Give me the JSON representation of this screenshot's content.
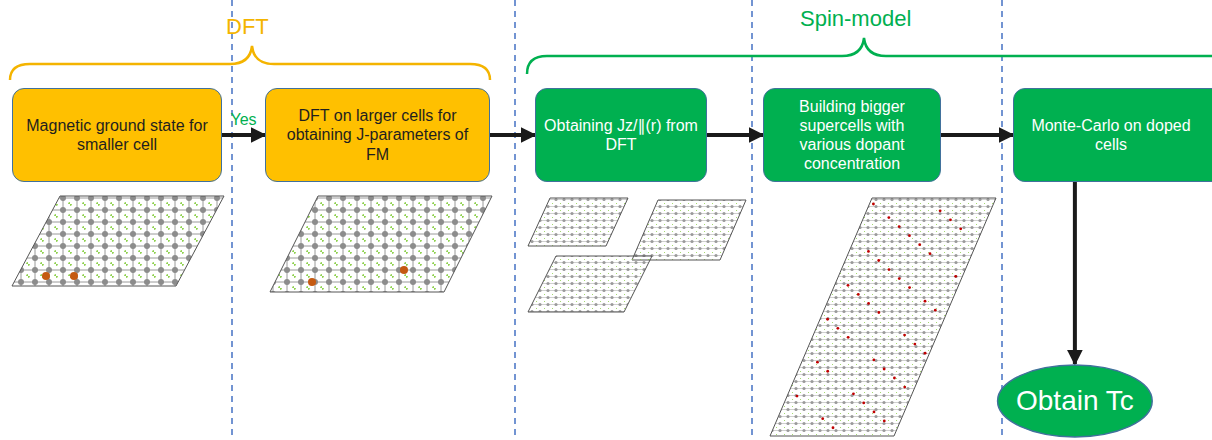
{
  "diagram": {
    "nodes": [
      {
        "text": [
          "Magnetic ground state for smaller cell"
        ]
      },
      {
        "text": [
          "DFT on larger cells for obtaining J-parameters of FM"
        ]
      },
      {
        "text": [
          "Obtaining Jz/∥(r) from DFT"
        ]
      },
      {
        "text": [
          "Building bigger supercells with various dopant concentration"
        ]
      },
      {
        "text": [
          "Monte-Carlo on doped cells"
        ]
      },
      {
        "text": [
          "Obtain Tc"
        ]
      }
    ],
    "edges": [
      {
        "from": 0,
        "to": 1,
        "arrow": "to",
        "label": "Yes"
      },
      {
        "from": 1,
        "to": 2,
        "arrow": "to"
      },
      {
        "from": 2,
        "to": 3,
        "arrow": "to"
      },
      {
        "from": 3,
        "to": 4,
        "arrow": "to"
      },
      {
        "from": 4,
        "to": 5,
        "arrow": "to"
      }
    ],
    "labels": [
      "DFT",
      "Spin-model"
    ]
  }
}
